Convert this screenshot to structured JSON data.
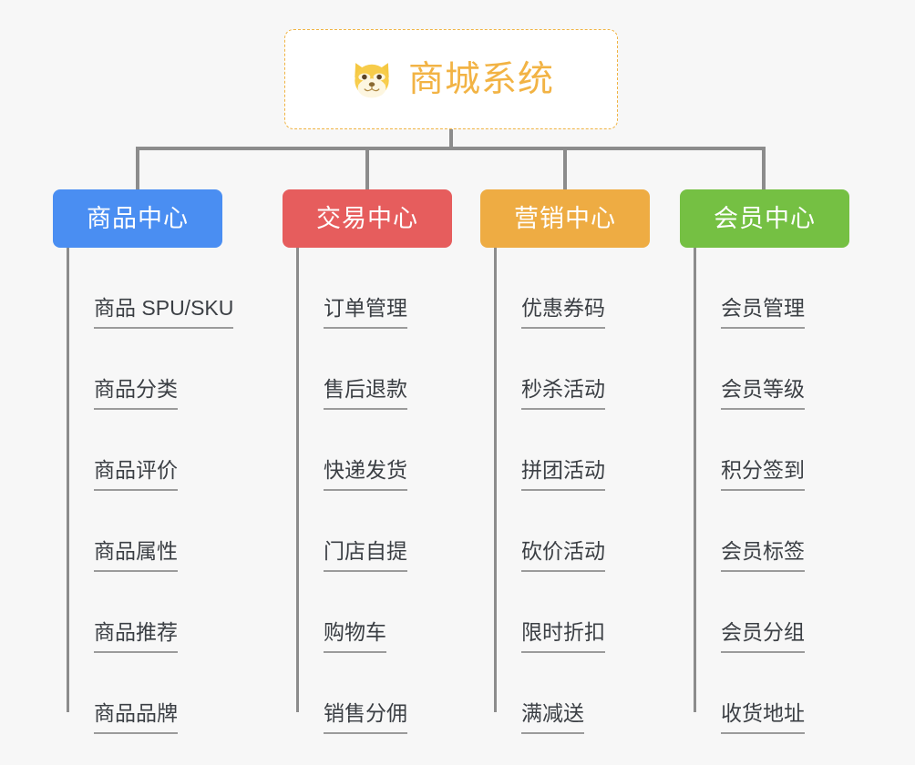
{
  "theme": {
    "background": "#f7f7f7",
    "connector_color": "#8c8c8c",
    "root_border_color": "#f0b342",
    "root_text_color": "#f2b344",
    "item_text_color": "#3b3f44",
    "item_underline_color": "#9b9b9b"
  },
  "root": {
    "title": "商城系统",
    "icon": "shiba-dog-icon"
  },
  "branches": [
    {
      "label": "商品中心",
      "color": "#4a8ef2",
      "items": [
        "商品 SPU/SKU",
        "商品分类",
        "商品评价",
        "商品属性",
        "商品推荐",
        "商品品牌"
      ]
    },
    {
      "label": "交易中心",
      "color": "#e65d5d",
      "items": [
        "订单管理",
        "售后退款",
        "快递发货",
        "门店自提",
        "购物车",
        "销售分佣"
      ]
    },
    {
      "label": "营销中心",
      "color": "#eeac43",
      "items": [
        "优惠券码",
        "秒杀活动",
        "拼团活动",
        "砍价活动",
        "限时折扣",
        "满减送"
      ]
    },
    {
      "label": "会员中心",
      "color": "#75c043",
      "items": [
        "会员管理",
        "会员等级",
        "积分签到",
        "会员标签",
        "会员分组",
        "收货地址"
      ]
    }
  ]
}
